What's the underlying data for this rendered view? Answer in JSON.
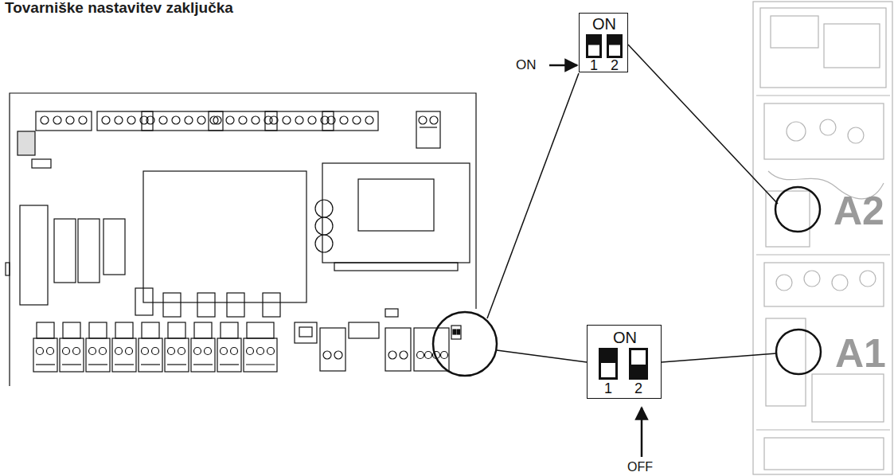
{
  "diagram": {
    "title": "Tovarniške nastavitev zaključka",
    "nodes": [
      {
        "text": [
          "ON",
          "1",
          "2"
        ]
      },
      {
        "text": [
          "ON",
          "1",
          "2"
        ]
      }
    ],
    "labels": [
      "ON",
      "OFF",
      "A2",
      "A1"
    ]
  }
}
